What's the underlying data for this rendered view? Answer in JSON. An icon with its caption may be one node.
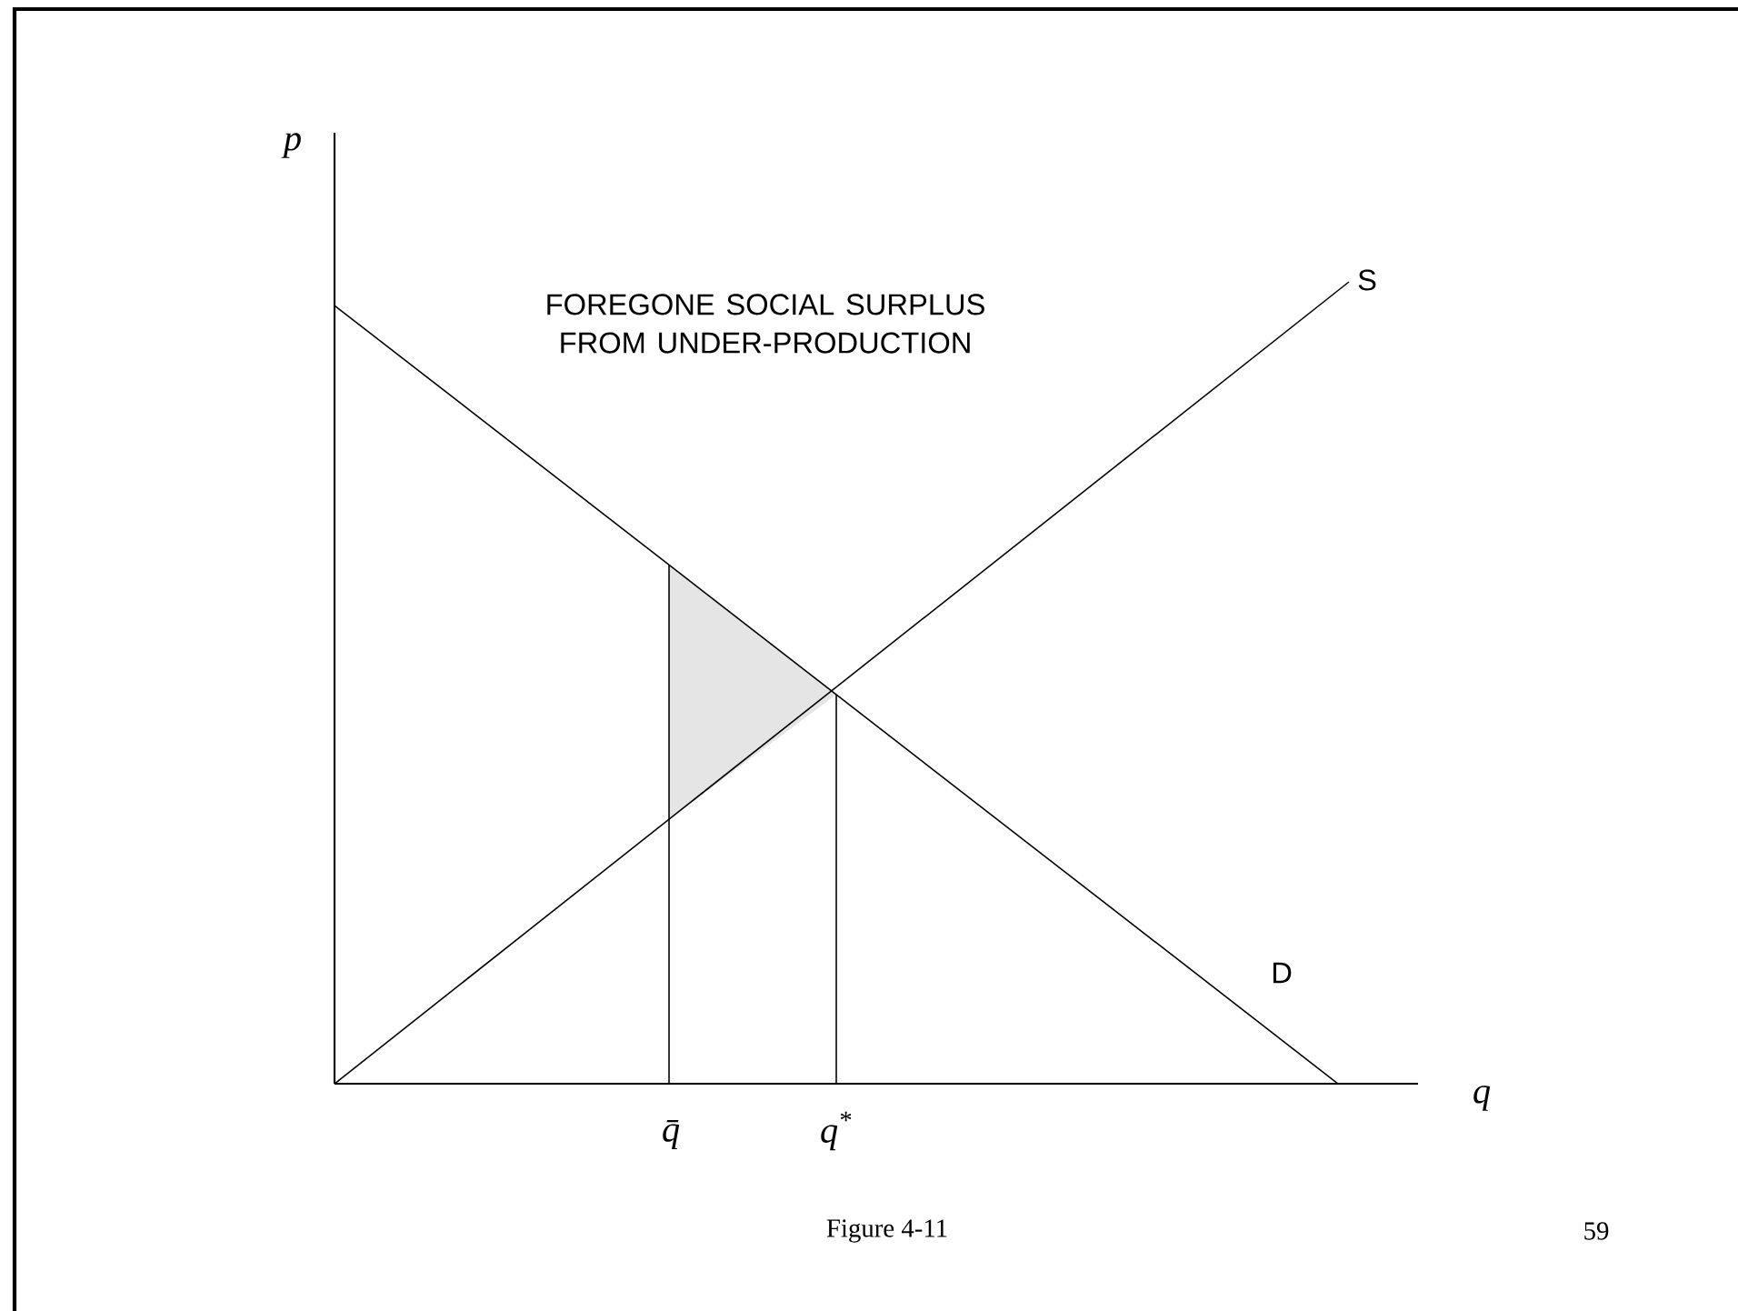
{
  "diagram": {
    "caption": "Figure 4-11",
    "labels": [
      "p",
      "FOREGONE SOCIAL SURPLUS FROM UNDER-PRODUCTION",
      "S",
      "D",
      "q",
      "q̄",
      "q$^{*}$",
      "59"
    ]
  }
}
